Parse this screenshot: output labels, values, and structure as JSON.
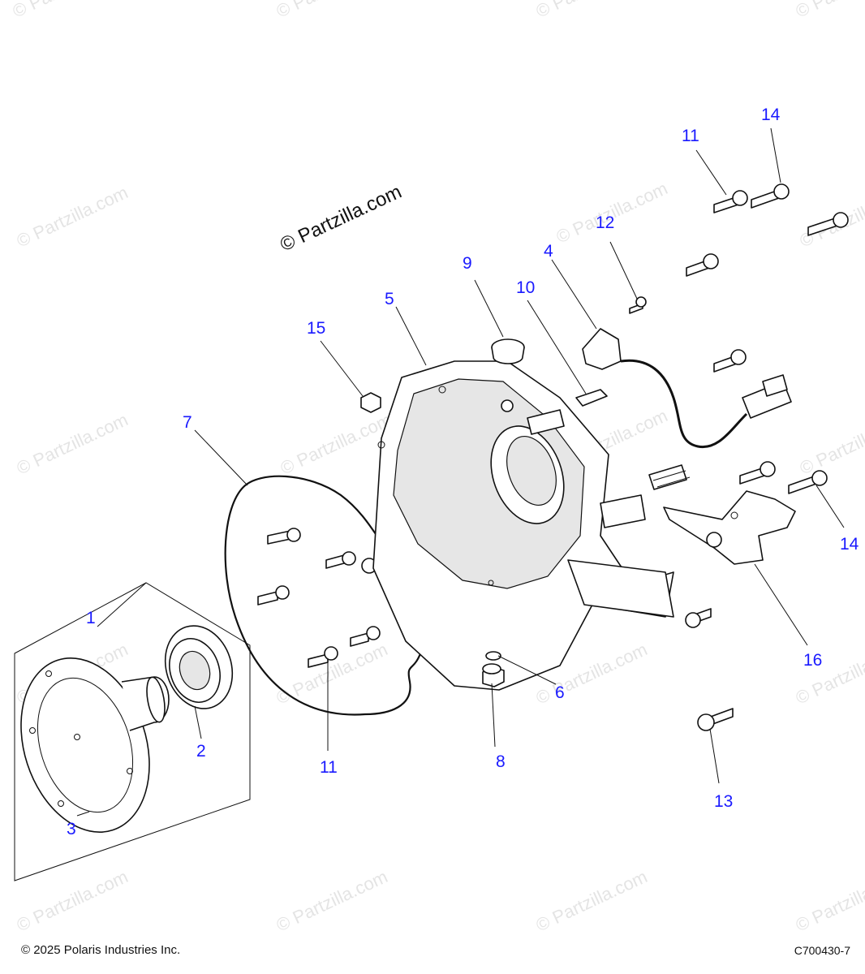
{
  "watermark": {
    "main": "© Partzilla.com",
    "repeat": "© Partzilla.com"
  },
  "callouts": [
    {
      "id": "c1",
      "label": "1"
    },
    {
      "id": "c2",
      "label": "2"
    },
    {
      "id": "c3",
      "label": "3"
    },
    {
      "id": "c4",
      "label": "4"
    },
    {
      "id": "c5",
      "label": "5"
    },
    {
      "id": "c6",
      "label": "6"
    },
    {
      "id": "c7",
      "label": "7"
    },
    {
      "id": "c8",
      "label": "8"
    },
    {
      "id": "c9",
      "label": "9"
    },
    {
      "id": "c10",
      "label": "10"
    },
    {
      "id": "c11a",
      "label": "11"
    },
    {
      "id": "c11b",
      "label": "11"
    },
    {
      "id": "c12",
      "label": "12"
    },
    {
      "id": "c13",
      "label": "13"
    },
    {
      "id": "c14a",
      "label": "14"
    },
    {
      "id": "c14b",
      "label": "14"
    },
    {
      "id": "c15",
      "label": "15"
    },
    {
      "id": "c16",
      "label": "16"
    }
  ],
  "footer": {
    "copyright": "© 2025 Polaris Industries Inc.",
    "figure_code": "C700430-7"
  },
  "colors": {
    "callout": "#1a1aff",
    "line": "#111111",
    "watermark": "#cfcfcf"
  }
}
